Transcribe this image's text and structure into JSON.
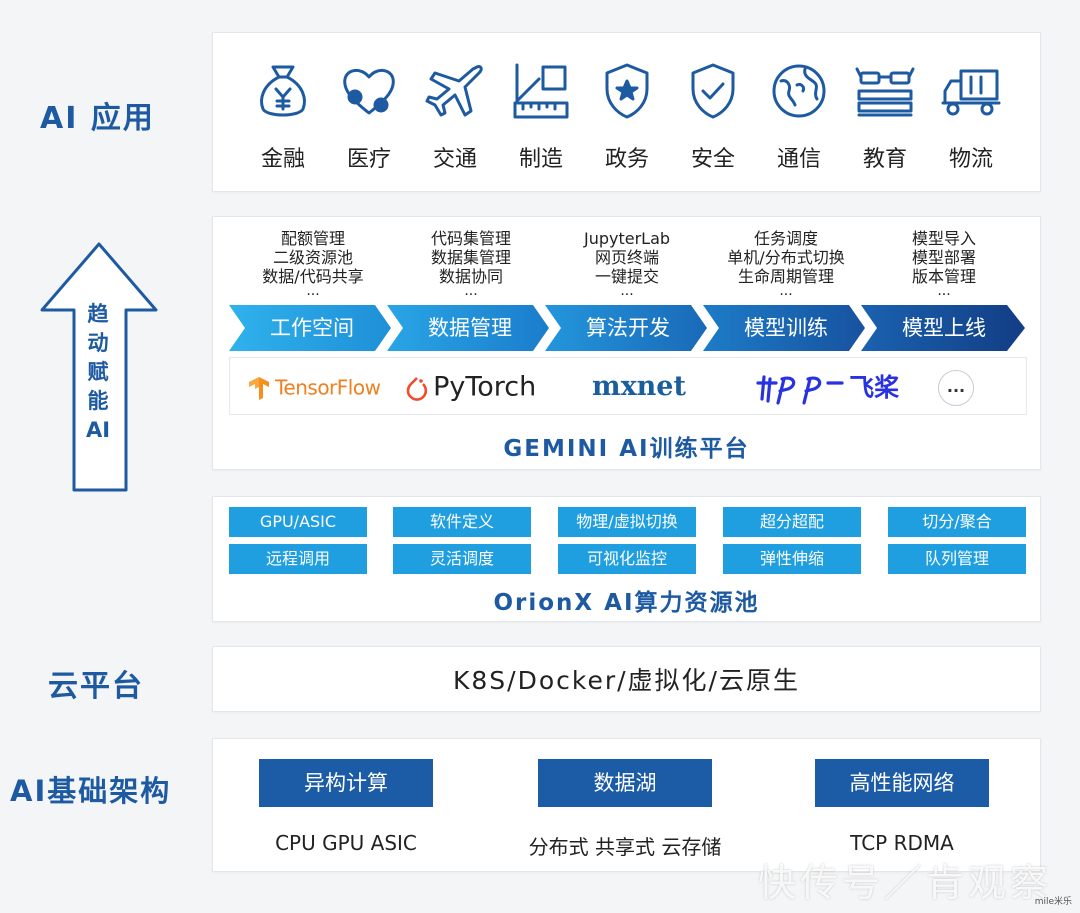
{
  "side_labels": {
    "ai_apps": "AI 应用",
    "empower": [
      "趋",
      "动",
      "赋",
      "能",
      "AI"
    ],
    "cloud": "云平台",
    "infra": "AI基础架构"
  },
  "apps": [
    {
      "label": "金融",
      "icon": "money-bag-icon"
    },
    {
      "label": "医疗",
      "icon": "heart-stethoscope-icon"
    },
    {
      "label": "交通",
      "icon": "airplane-icon"
    },
    {
      "label": "制造",
      "icon": "ruler-tools-icon"
    },
    {
      "label": "政务",
      "icon": "shield-star-icon"
    },
    {
      "label": "安全",
      "icon": "shield-check-icon"
    },
    {
      "label": "通信",
      "icon": "globe-icon"
    },
    {
      "label": "教育",
      "icon": "glasses-books-icon"
    },
    {
      "label": "物流",
      "icon": "truck-icon"
    }
  ],
  "gemini": {
    "features": [
      [
        "配额管理",
        "二级资源池",
        "数据/代码共享",
        "..."
      ],
      [
        "代码集管理",
        "数据集管理",
        "数据协同",
        "..."
      ],
      [
        "JupyterLab",
        "网页终端",
        "一键提交",
        "..."
      ],
      [
        "任务调度",
        "单机/分布式切换",
        "生命周期管理",
        "..."
      ],
      [
        "模型导入",
        "模型部署",
        "版本管理",
        "..."
      ]
    ],
    "stages": [
      "工作空间",
      "数据管理",
      "算法开发",
      "模型训练",
      "模型上线"
    ],
    "frameworks": [
      "TensorFlow",
      "PyTorch",
      "mxnet",
      "飞桨",
      "..."
    ],
    "title": "GEMINI AI训练平台"
  },
  "orionx": {
    "cells": [
      [
        "GPU/ASIC",
        "软件定义",
        "物理/虚拟切换",
        "超分超配",
        "切分/聚合"
      ],
      [
        "远程调用",
        "灵活调度",
        "可视化监控",
        "弹性伸缩",
        "队列管理"
      ]
    ],
    "title": "OrionX AI算力资源池"
  },
  "cloud_platform": "K8S/Docker/虚拟化/云原生",
  "infrastructure": [
    {
      "title": "异构计算",
      "sub": "CPU GPU ASIC"
    },
    {
      "title": "数据湖",
      "sub": "分布式 共享式 云存储"
    },
    {
      "title": "高性能网络",
      "sub": "TCP RDMA"
    }
  ],
  "watermark": "快传号／肯观察",
  "watermark_small": "mile米乐",
  "colors": {
    "brand_blue": "#1d5aa2",
    "cell_blue": "#1f9fe0",
    "stage_light": "#2ea8e6",
    "stage_dark": "#143f86",
    "infra_blue": "#1c5ba5"
  }
}
